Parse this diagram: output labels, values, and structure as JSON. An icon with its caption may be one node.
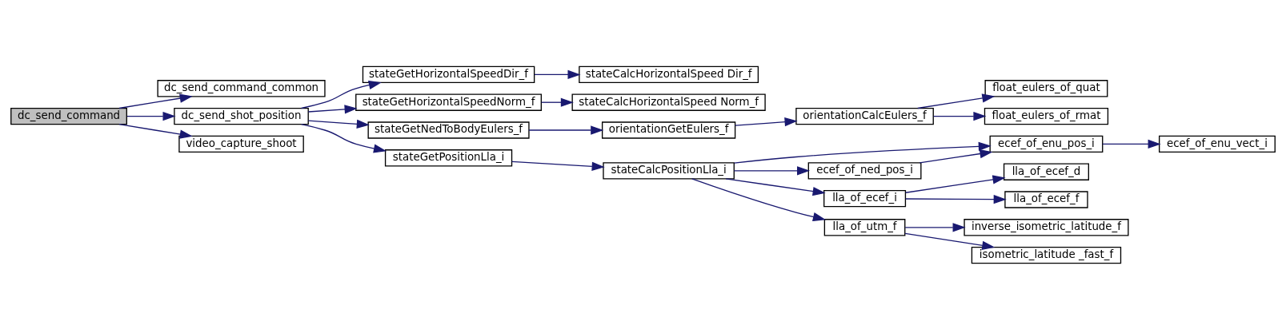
{
  "diagram": {
    "nodes": [
      {
        "text": [
          "dc_send_command"
        ]
      },
      {
        "text": [
          "dc_send_command_common"
        ]
      },
      {
        "text": [
          "dc_send_shot_position"
        ]
      },
      {
        "text": [
          "video_capture_shoot"
        ]
      },
      {
        "text": [
          "stateGetHorizontalSpeedDir_f"
        ]
      },
      {
        "text": [
          "stateGetHorizontalSpeedNorm_f"
        ]
      },
      {
        "text": [
          "stateGetNedToBodyEulers_f"
        ]
      },
      {
        "text": [
          "stateGetPositionLla_i"
        ]
      },
      {
        "text": [
          "stateCalcHorizontalSpeed Dir_f"
        ]
      },
      {
        "text": [
          "stateCalcHorizontalSpeed Norm_f"
        ]
      },
      {
        "text": [
          "orientationGetEulers_f"
        ]
      },
      {
        "text": [
          "stateCalcPositionLla_i"
        ]
      },
      {
        "text": [
          "orientationCalcEulers_f"
        ]
      },
      {
        "text": [
          "float_eulers_of_quat"
        ]
      },
      {
        "text": [
          "float_eulers_of_rmat"
        ]
      },
      {
        "text": [
          "ecef_of_enu_pos_i"
        ]
      },
      {
        "text": [
          "ecef_of_ned_pos_i"
        ]
      },
      {
        "text": [
          "lla_of_ecef_i"
        ]
      },
      {
        "text": [
          "lla_of_utm_f"
        ]
      },
      {
        "text": [
          "ecef_of_enu_vect_i"
        ]
      },
      {
        "text": [
          "lla_of_ecef_d"
        ]
      },
      {
        "text": [
          "lla_of_ecef_f"
        ]
      },
      {
        "text": [
          "inverse_isometric_latitude_f"
        ]
      },
      {
        "text": [
          "isometric_latitude _fast_f"
        ]
      }
    ],
    "edges": [
      {
        "from": 0,
        "to": 1,
        "arrow": "to"
      },
      {
        "from": 0,
        "to": 2,
        "arrow": "to"
      },
      {
        "from": 0,
        "to": 3,
        "arrow": "to"
      },
      {
        "from": 2,
        "to": 4,
        "arrow": "to"
      },
      {
        "from": 2,
        "to": 5,
        "arrow": "to"
      },
      {
        "from": 2,
        "to": 6,
        "arrow": "to"
      },
      {
        "from": 2,
        "to": 7,
        "arrow": "to"
      },
      {
        "from": 4,
        "to": 8,
        "arrow": "to"
      },
      {
        "from": 5,
        "to": 9,
        "arrow": "to"
      },
      {
        "from": 6,
        "to": 10,
        "arrow": "to"
      },
      {
        "from": 10,
        "to": 12,
        "arrow": "to"
      },
      {
        "from": 12,
        "to": 13,
        "arrow": "to"
      },
      {
        "from": 12,
        "to": 14,
        "arrow": "to"
      },
      {
        "from": 7,
        "to": 11,
        "arrow": "to"
      },
      {
        "from": 11,
        "to": 15,
        "arrow": "to"
      },
      {
        "from": 11,
        "to": 16,
        "arrow": "to"
      },
      {
        "from": 11,
        "to": 17,
        "arrow": "to"
      },
      {
        "from": 11,
        "to": 18,
        "arrow": "to"
      },
      {
        "from": 16,
        "to": 15,
        "arrow": "to"
      },
      {
        "from": 15,
        "to": 19,
        "arrow": "to"
      },
      {
        "from": 17,
        "to": 20,
        "arrow": "to"
      },
      {
        "from": 17,
        "to": 21,
        "arrow": "to"
      },
      {
        "from": 18,
        "to": 22,
        "arrow": "to"
      },
      {
        "from": 18,
        "to": 23,
        "arrow": "to"
      }
    ]
  }
}
